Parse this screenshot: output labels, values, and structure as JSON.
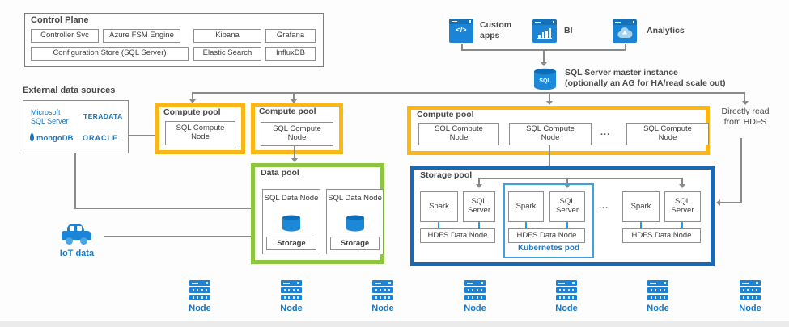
{
  "control_plane": {
    "title": "Control Plane",
    "services_row1": [
      "Controller Svc",
      "Azure FSM Engine",
      "Kibana",
      "Grafana"
    ],
    "services_row2": [
      "Configuration Store (SQL Server)",
      "Elastic Search",
      "InfluxDB"
    ]
  },
  "consumers": {
    "custom_apps_label": "Custom apps",
    "bi_label": "BI",
    "analytics_label": "Analytics",
    "code_glyph": "</>"
  },
  "master_instance": {
    "cylinder_label": "SQL",
    "title": "SQL Server master instance",
    "subtitle": "(optionally an AG for HA/read scale out)"
  },
  "external_sources": {
    "title": "External data sources",
    "microsoft_line1": "Microsoft",
    "microsoft_line2": "SQL Server",
    "teradata": "TERADATA",
    "mongodb": "mongoDB",
    "oracle": "ORACLE"
  },
  "iot": {
    "label": "IoT data"
  },
  "compute": {
    "pool_title": "Compute pool",
    "node_label": "SQL Compute Node",
    "ellipsis": "..."
  },
  "data_pool": {
    "title": "Data pool",
    "node_label": "SQL Data Node",
    "storage_label": "Storage"
  },
  "storage_pool": {
    "title": "Storage pool",
    "spark_label": "Spark",
    "sql_server_label": "SQL Server",
    "hdfs_label": "HDFS Data Node",
    "pod_label": "Kubernetes pod",
    "ellipsis": "..."
  },
  "hdfs_note": "Directly read from HDFS",
  "bottom_nodes": {
    "label": "Node",
    "count": 7
  },
  "colors": {
    "accent_blue": "#1b84d6",
    "pool_yellow": "#fcb714",
    "pool_green": "#8cc63f",
    "pool_dark_blue": "#1c67b0",
    "pod_light_blue": "#3ba3dc",
    "label_blue": "#1779c7",
    "line_gray": "#8a8a8a"
  }
}
